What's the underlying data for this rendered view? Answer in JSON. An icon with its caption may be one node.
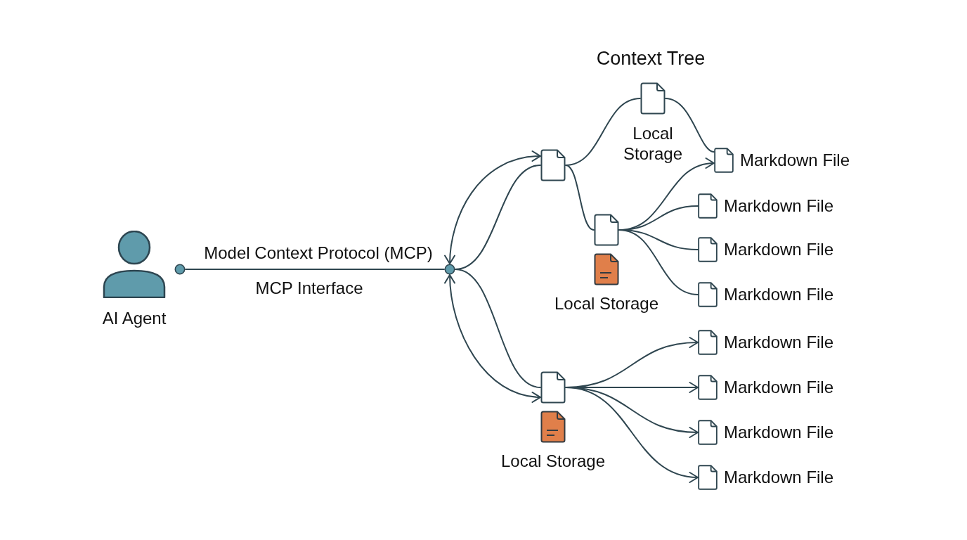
{
  "diagram": {
    "title": "Context Tree",
    "nodes": [
      {
        "text": [
          "AI Agent"
        ]
      },
      {
        "text": [],
        "shape": "circle"
      },
      {
        "text": [],
        "shape": "circle"
      },
      {
        "text": [],
        "shape": "document"
      },
      {
        "text": [],
        "shape": "document",
        "beside": [
          "Local Storage"
        ]
      },
      {
        "text": [
          "Markdown File"
        ]
      },
      {
        "text": [],
        "shape": "document"
      },
      {
        "text": [
          "Local Storage"
        ]
      },
      {
        "text": [
          "Markdown File"
        ]
      },
      {
        "text": [
          "Markdown File"
        ]
      },
      {
        "text": [
          "Markdown File"
        ]
      },
      {
        "text": [],
        "shape": "document"
      },
      {
        "text": [
          "Local Storage"
        ]
      },
      {
        "text": [
          "Markdown File"
        ]
      },
      {
        "text": [
          "Markdown File"
        ]
      },
      {
        "text": [
          "Markdown File"
        ]
      },
      {
        "text": [
          "Markdown File"
        ]
      }
    ],
    "edges": [
      {
        "from": 1,
        "to": 2,
        "arrow": "none",
        "label": "Model Context Protocol (MCP)"
      },
      {
        "from": 2,
        "to": 3,
        "arrow": "both"
      },
      {
        "from": 2,
        "to": 3,
        "arrow": "none"
      },
      {
        "from": 2,
        "to": 11,
        "arrow": "both"
      },
      {
        "from": 2,
        "to": 11,
        "arrow": "none"
      },
      {
        "from": 3,
        "to": 4,
        "arrow": "none"
      },
      {
        "from": 3,
        "to": 6,
        "arrow": "none"
      },
      {
        "from": 4,
        "to": 5,
        "arrow": "none"
      },
      {
        "from": 6,
        "to": 5,
        "arrow": "to"
      },
      {
        "from": 6,
        "to": 8,
        "arrow": "none"
      },
      {
        "from": 6,
        "to": 9,
        "arrow": "none"
      },
      {
        "from": 6,
        "to": 10,
        "arrow": "none"
      },
      {
        "from": 11,
        "to": 13,
        "arrow": "to"
      },
      {
        "from": 11,
        "to": 14,
        "arrow": "to"
      },
      {
        "from": 11,
        "to": 15,
        "arrow": "to"
      },
      {
        "from": 11,
        "to": 16,
        "arrow": "to"
      }
    ],
    "labels": [
      "MCP Interface"
    ]
  }
}
